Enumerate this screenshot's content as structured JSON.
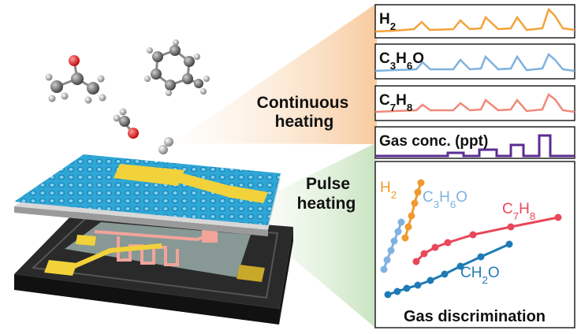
{
  "modes": {
    "continuous": [
      "Continuous",
      "heating"
    ],
    "pulse": [
      "Pulse",
      "heating"
    ]
  },
  "signal_panels": [
    {
      "label": {
        "base": "H",
        "parts": [
          {
            "t": "H"
          },
          {
            "t": "2",
            "sub": true
          }
        ]
      },
      "color": "#f3a23b"
    },
    {
      "label": {
        "parts": [
          {
            "t": "C"
          },
          {
            "t": "3",
            "sub": true
          },
          {
            "t": "H"
          },
          {
            "t": "6",
            "sub": true
          },
          {
            "t": "O"
          }
        ]
      },
      "color": "#7fb2e0"
    },
    {
      "label": {
        "parts": [
          {
            "t": "C"
          },
          {
            "t": "7",
            "sub": true
          },
          {
            "t": "H"
          },
          {
            "t": "8",
            "sub": true
          }
        ]
      },
      "color": "#ef8a7a"
    },
    {
      "label": {
        "parts": [
          {
            "t": "Gas conc. (ppt)"
          }
        ]
      },
      "color": "#5a2d91"
    }
  ],
  "discrimination": {
    "title": "Gas discrimination",
    "series": [
      {
        "parts": [
          {
            "t": "H"
          },
          {
            "t": "2",
            "sub": true
          }
        ],
        "color": "#f0992c"
      },
      {
        "parts": [
          {
            "t": "C"
          },
          {
            "t": "3",
            "sub": true
          },
          {
            "t": "H"
          },
          {
            "t": "6",
            "sub": true
          },
          {
            "t": "O"
          }
        ],
        "color": "#7fb2e0"
      },
      {
        "parts": [
          {
            "t": "C"
          },
          {
            "t": "7",
            "sub": true
          },
          {
            "t": "H"
          },
          {
            "t": "8",
            "sub": true
          }
        ],
        "color": "#e9475a"
      },
      {
        "parts": [
          {
            "t": "CH"
          },
          {
            "t": "2",
            "sub": true
          },
          {
            "t": "O"
          }
        ],
        "color": "#1f7bb5"
      }
    ]
  },
  "colors": {
    "graphene": "#2ea7d6",
    "electrode": "#f2d23a",
    "heater": "#f2a49a",
    "chip": "#222222",
    "continuous_beam": "#fbe3cd",
    "pulse_beam": "#dcedd6"
  }
}
